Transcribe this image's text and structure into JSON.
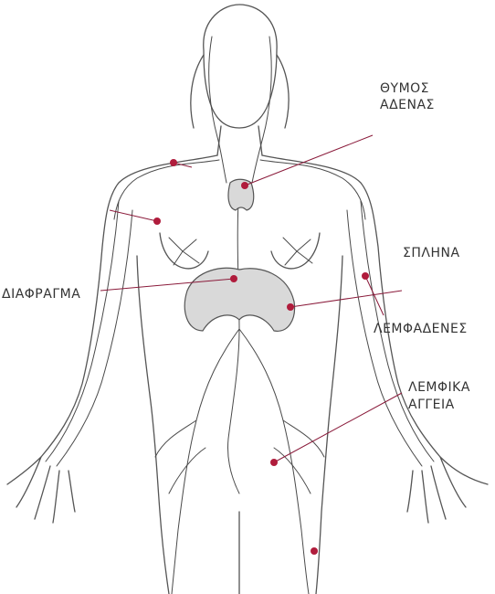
{
  "labels": {
    "thymus_line1": "ΘΥΜΟΣ",
    "thymus_line2": "ΑΔΕΝΑΣ",
    "spleen": "ΣΠΛΗΝΑ",
    "diaphragm": "ΔΙΑΦΡΑΓΜΑ",
    "lymph_nodes": "ΛΕΜΦΑΔΕΝΕΣ",
    "lymph_vessels_line1": "ΛΕΜΦΙΚΑ",
    "lymph_vessels_line2": "ΑΓΓΕΙΑ"
  },
  "colors": {
    "outline": "#555555",
    "vessel": "#4a4a4a",
    "node_marker": "#b01c3c",
    "leader_line": "#8a1a3a",
    "organ_fill": "#d9d9d9"
  }
}
